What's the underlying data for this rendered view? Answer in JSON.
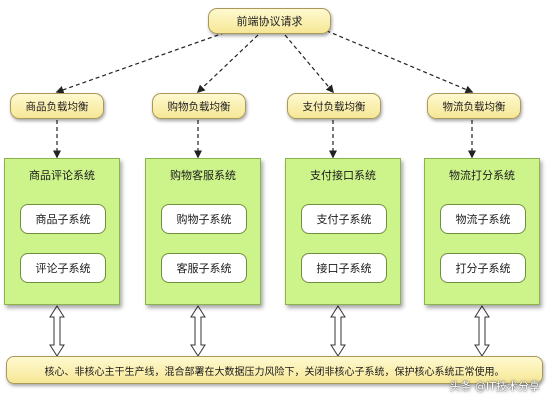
{
  "top_node": "前端协议请求",
  "load_balancers": [
    "商品负载均衡",
    "购物负载均衡",
    "支付负载均衡",
    "物流负载均衡"
  ],
  "systems": [
    {
      "title": "商品评论系统",
      "subs": [
        "商品子系统",
        "评论子系统"
      ]
    },
    {
      "title": "购物客服系统",
      "subs": [
        "购物子系统",
        "客服子系统"
      ]
    },
    {
      "title": "支付接口系统",
      "subs": [
        "支付子系统",
        "接口子系统"
      ]
    },
    {
      "title": "物流打分系统",
      "subs": [
        "物流子系统",
        "打分子系统"
      ]
    }
  ],
  "bottom_text": "核心、非核心主干生产线，混合部署在大数据压力风险下，关闭非核心子系统，保护核心系统正常使用。",
  "watermark": "头条 @IT技术分享",
  "colors": {
    "pill_fill": "#f6e796",
    "system_fill": "#cdf38b",
    "border": "#a9995a"
  }
}
